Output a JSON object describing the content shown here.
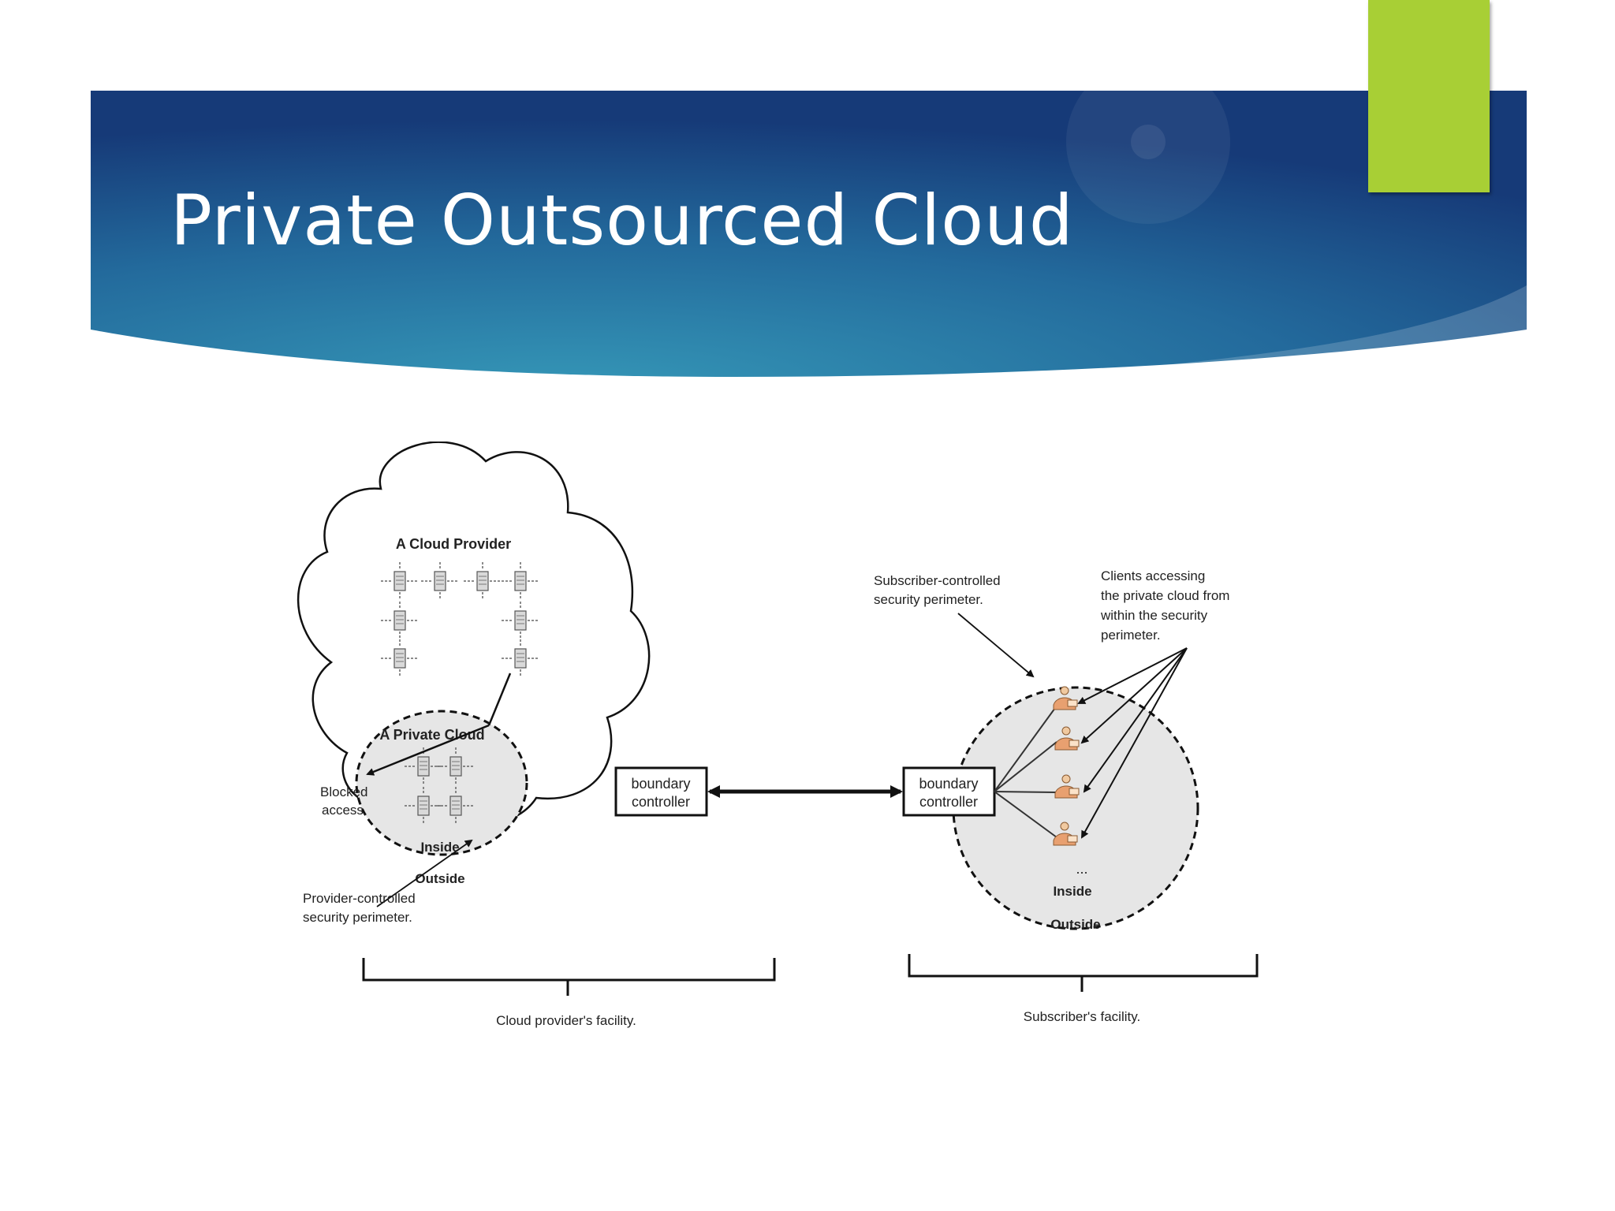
{
  "slide": {
    "title": "Private Outsourced Cloud",
    "colors": {
      "banner_dark": "#163a78",
      "banner_light": "#2e8db0",
      "accent": "#a8cf35",
      "diagram_fill": "#e6e6e6"
    }
  },
  "diagram": {
    "cloud_provider_label": "A Cloud Provider",
    "private_cloud_label": "A Private Cloud",
    "left_inside_label": "Inside",
    "left_outside_label": "Outside",
    "left_boundary_line1": "boundary",
    "left_boundary_line2": "controller",
    "right_boundary_line1": "boundary",
    "right_boundary_line2": "controller",
    "blocked_line1": "Blocked",
    "blocked_line2": "access.",
    "provider_perimeter_line1": "Provider-controlled",
    "provider_perimeter_line2": "security perimeter.",
    "subscriber_perimeter_line1": "Subscriber-controlled",
    "subscriber_perimeter_line2": "security perimeter.",
    "clients_line1": "Clients accessing",
    "clients_line2": "the private cloud from",
    "clients_line3": "within the security",
    "clients_line4": "perimeter.",
    "right_inside_label": "Inside",
    "right_outside_label": "Outside",
    "client_ellipsis": "...",
    "provider_facility_label": "Cloud provider's facility.",
    "subscriber_facility_label": "Subscriber's facility.",
    "icons": {
      "server": "server-icon",
      "client": "client-person-icon"
    }
  }
}
